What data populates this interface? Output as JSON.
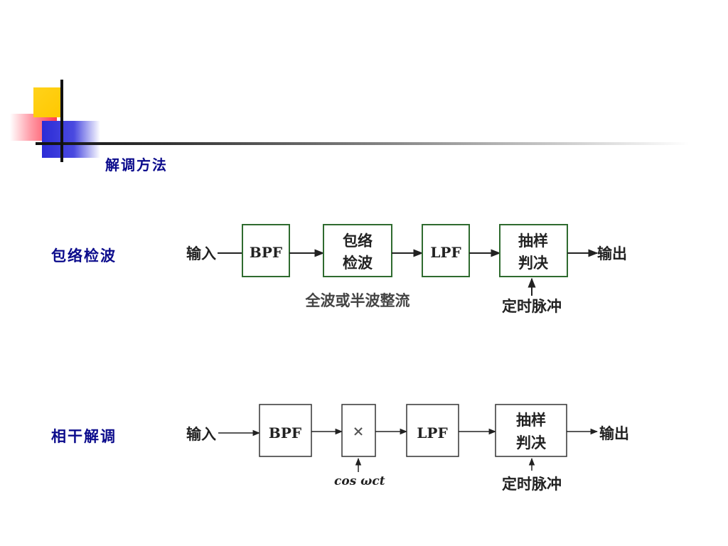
{
  "title": "解调方法",
  "methods": [
    {
      "label": "包络检波",
      "input": "输入",
      "output": "输出",
      "blocks": [
        {
          "lines": [
            "BPF"
          ]
        },
        {
          "lines": [
            "包络",
            "检波"
          ]
        },
        {
          "lines": [
            "LPF"
          ]
        },
        {
          "lines": [
            "抽样",
            "判决"
          ]
        }
      ],
      "note": "全波或半波整流",
      "timing": "定时脉冲"
    },
    {
      "label": "相干解调",
      "input": "输入",
      "output": "输出",
      "blocks": [
        {
          "lines": [
            "BPF"
          ]
        },
        {
          "lines": [
            "×"
          ]
        },
        {
          "lines": [
            "LPF"
          ]
        },
        {
          "lines": [
            "抽样",
            "判决"
          ]
        }
      ],
      "carrier": "cos ωct",
      "timing": "定时脉冲"
    }
  ],
  "colors": {
    "title_text": "#0b0b8c",
    "block_border_1": "#2f6b2f",
    "block_border_2": "#333333"
  }
}
